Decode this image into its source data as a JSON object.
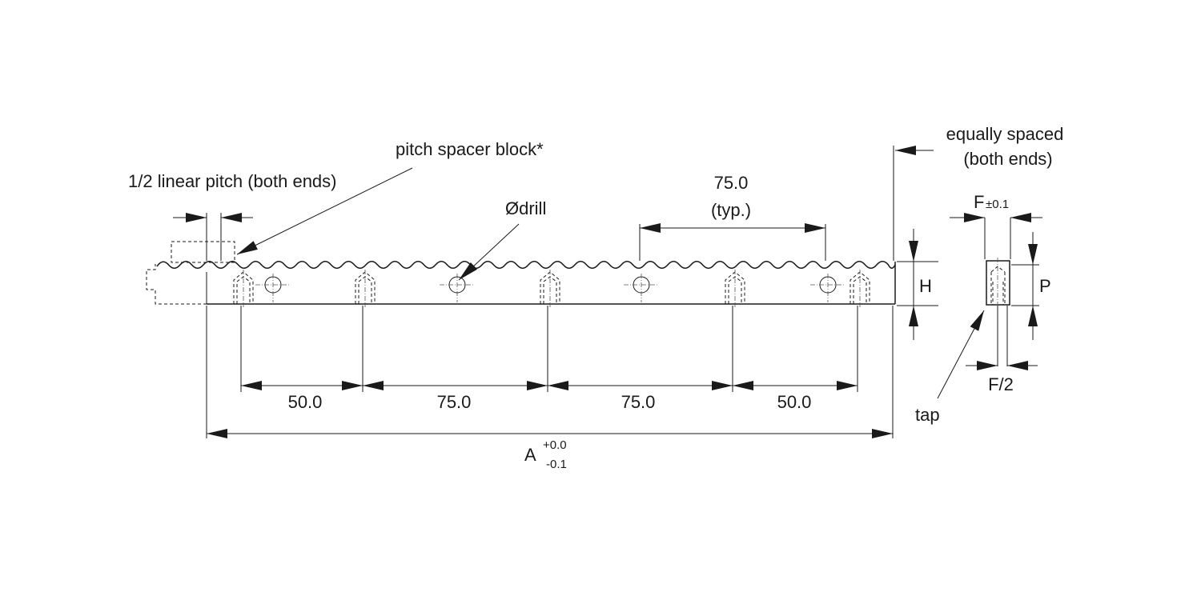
{
  "labels": {
    "pitch_spacer": "pitch spacer block*",
    "half_pitch": "1/2 linear pitch (both ends)",
    "drill": "Ødrill",
    "pitch_typ_value": "75.0",
    "pitch_typ_note": "(typ.)",
    "equally_spaced_1": "equally spaced",
    "equally_spaced_2": "(both ends)",
    "H": "H",
    "P": "P",
    "F": "F",
    "F_tol": "±0.1",
    "F_half": "F/2",
    "tap": "tap",
    "A": "A",
    "A_tol_upper": "+0.0",
    "A_tol_lower": "-0.1"
  },
  "dimensions": {
    "d1": "50.0",
    "d2": "75.0",
    "d3": "75.0",
    "d4": "50.0"
  }
}
